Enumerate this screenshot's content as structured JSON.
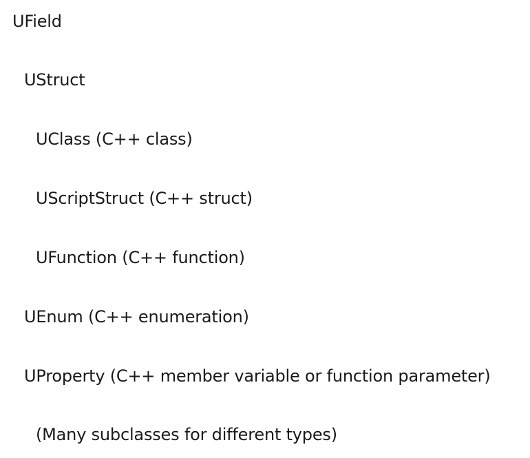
{
  "hierarchy": [
    {
      "label": "UField",
      "level": 0
    },
    {
      "label": "UStruct",
      "level": 1
    },
    {
      "label": "UClass (C++ class)",
      "level": 2
    },
    {
      "label": "UScriptStruct (C++ struct)",
      "level": 2
    },
    {
      "label": "UFunction (C++ function)",
      "level": 2
    },
    {
      "label": "UEnum (C++ enumeration)",
      "level": 1
    },
    {
      "label": "UProperty (C++ member variable or function parameter)",
      "level": 1
    },
    {
      "label": "(Many subclasses for different types)",
      "level": 2
    }
  ]
}
